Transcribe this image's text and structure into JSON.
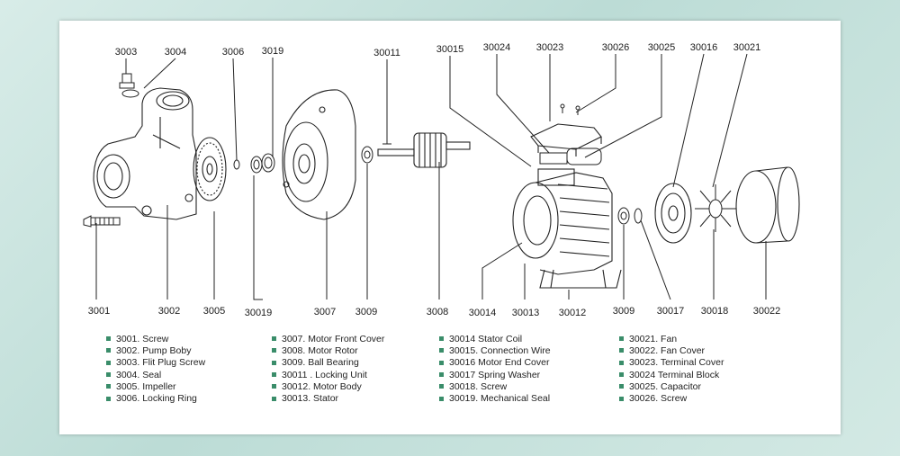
{
  "callouts_top": [
    {
      "id": "3003",
      "text": "3003"
    },
    {
      "id": "3004",
      "text": "3004"
    },
    {
      "id": "3006",
      "text": "3006"
    },
    {
      "id": "3019",
      "text": "3019"
    },
    {
      "id": "30011",
      "text": "30011"
    },
    {
      "id": "30015",
      "text": "30015"
    },
    {
      "id": "30024",
      "text": "30024"
    },
    {
      "id": "30023",
      "text": "30023"
    },
    {
      "id": "30026",
      "text": "30026"
    },
    {
      "id": "30025",
      "text": "30025"
    },
    {
      "id": "30016",
      "text": "30016"
    },
    {
      "id": "30021",
      "text": "30021"
    }
  ],
  "callouts_bottom": [
    {
      "id": "3001",
      "text": "3001"
    },
    {
      "id": "3002",
      "text": "3002"
    },
    {
      "id": "3005",
      "text": "3005"
    },
    {
      "id": "30019",
      "text": "30019"
    },
    {
      "id": "3007",
      "text": "3007"
    },
    {
      "id": "3009a",
      "text": "3009"
    },
    {
      "id": "3008",
      "text": "3008"
    },
    {
      "id": "30014",
      "text": "30014"
    },
    {
      "id": "30013",
      "text": "30013"
    },
    {
      "id": "30012",
      "text": "30012"
    },
    {
      "id": "3009b",
      "text": "3009"
    },
    {
      "id": "30017",
      "text": "30017"
    },
    {
      "id": "30018",
      "text": "30018"
    },
    {
      "id": "30022",
      "text": "30022"
    }
  ],
  "legend": [
    [
      "3001. Screw",
      "3002. Pump Boby",
      "3003. Flit Plug Screw",
      "3004. Seal",
      "3005. Impeller",
      "3006. Locking Ring"
    ],
    [
      "3007. Motor Front Cover",
      "3008. Motor Rotor",
      "3009. Ball Bearing",
      "30011 . Locking Unit",
      "30012. Motor Body",
      "30013. Stator"
    ],
    [
      "30014  Stator Coil",
      "30015. Connection Wire",
      "30016  Motor End Cover",
      "30017  Spring Washer",
      "30018. Screw",
      "30019. Mechanical Seal"
    ],
    [
      "30021. Fan",
      "30022. Fan Cover",
      "30023. Terminal Cover",
      "30024 Terminal Block",
      "30025. Capacitor",
      "30026. Screw"
    ]
  ],
  "colors": {
    "legend_bullet": "#3a8d6a",
    "frame": "#cfe5e1",
    "line": "#222222"
  }
}
